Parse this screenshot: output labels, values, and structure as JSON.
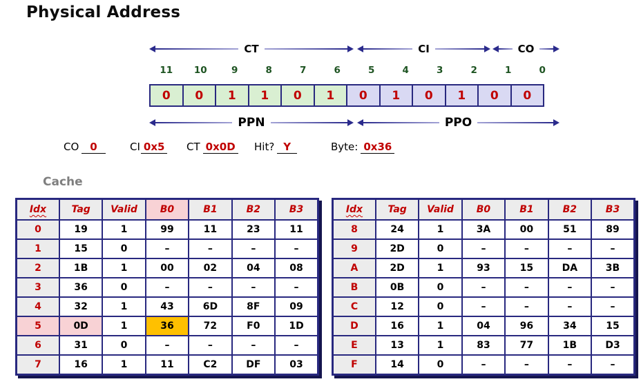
{
  "title": "Physical Address",
  "address_diagram": {
    "field_arrows": [
      {
        "label": "CT"
      },
      {
        "label": "CI"
      },
      {
        "label": "CO"
      }
    ],
    "region_arrows": [
      {
        "label": "PPN"
      },
      {
        "label": "PPO"
      }
    ],
    "bit_numbers": [
      "11",
      "10",
      "9",
      "8",
      "7",
      "6",
      "5",
      "4",
      "3",
      "2",
      "1",
      "0"
    ],
    "bit_values": [
      "0",
      "0",
      "1",
      "1",
      "0",
      "1",
      "0",
      "1",
      "0",
      "1",
      "0",
      "0"
    ],
    "green_group_count": 6,
    "colors": {
      "tag_cell_bg": "#d9efd2",
      "index_offset_cell_bg": "#d9d9f3",
      "cell_border": "#28287f",
      "bit_number_text": "#1d5321",
      "bit_value_text": "#c00000"
    }
  },
  "answers": [
    {
      "id": "co",
      "label": "CO",
      "value": "0"
    },
    {
      "id": "ci",
      "label": "CI",
      "value": "0x5"
    },
    {
      "id": "ct",
      "label": "CT",
      "value": "0x0D"
    },
    {
      "id": "hit",
      "label": "Hit?",
      "value": "Y"
    },
    {
      "id": "byte",
      "label": "Byte:",
      "value": "0x36"
    }
  ],
  "cache": {
    "section_label": "Cache",
    "headers": [
      "Idx",
      "Tag",
      "Valid",
      "B0",
      "B1",
      "B2",
      "B3"
    ],
    "left_table": {
      "highlight": {
        "header_pink_cols": [
          3
        ],
        "row": "5",
        "pink_cols": [
          0,
          1
        ],
        "orange_cols": [
          3
        ]
      },
      "rows": [
        [
          "0",
          "19",
          "1",
          "99",
          "11",
          "23",
          "11"
        ],
        [
          "1",
          "15",
          "0",
          "–",
          "–",
          "–",
          "–"
        ],
        [
          "2",
          "1B",
          "1",
          "00",
          "02",
          "04",
          "08"
        ],
        [
          "3",
          "36",
          "0",
          "–",
          "–",
          "–",
          "–"
        ],
        [
          "4",
          "32",
          "1",
          "43",
          "6D",
          "8F",
          "09"
        ],
        [
          "5",
          "0D",
          "1",
          "36",
          "72",
          "F0",
          "1D"
        ],
        [
          "6",
          "31",
          "0",
          "–",
          "–",
          "–",
          "–"
        ],
        [
          "7",
          "16",
          "1",
          "11",
          "C2",
          "DF",
          "03"
        ]
      ]
    },
    "right_table": {
      "highlight": {
        "header_pink_cols": [],
        "row": null,
        "pink_cols": [],
        "orange_cols": []
      },
      "rows": [
        [
          "8",
          "24",
          "1",
          "3A",
          "00",
          "51",
          "89"
        ],
        [
          "9",
          "2D",
          "0",
          "–",
          "–",
          "–",
          "–"
        ],
        [
          "A",
          "2D",
          "1",
          "93",
          "15",
          "DA",
          "3B"
        ],
        [
          "B",
          "0B",
          "0",
          "–",
          "–",
          "–",
          "–"
        ],
        [
          "C",
          "12",
          "0",
          "–",
          "–",
          "–",
          "–"
        ],
        [
          "D",
          "16",
          "1",
          "04",
          "96",
          "34",
          "15"
        ],
        [
          "E",
          "13",
          "1",
          "83",
          "77",
          "1B",
          "D3"
        ],
        [
          "F",
          "14",
          "0",
          "–",
          "–",
          "–",
          "–"
        ]
      ]
    },
    "highlight_colors": {
      "pink": "#f8d2d5",
      "orange": "#ffc000",
      "header_bg": "#ececec"
    }
  }
}
